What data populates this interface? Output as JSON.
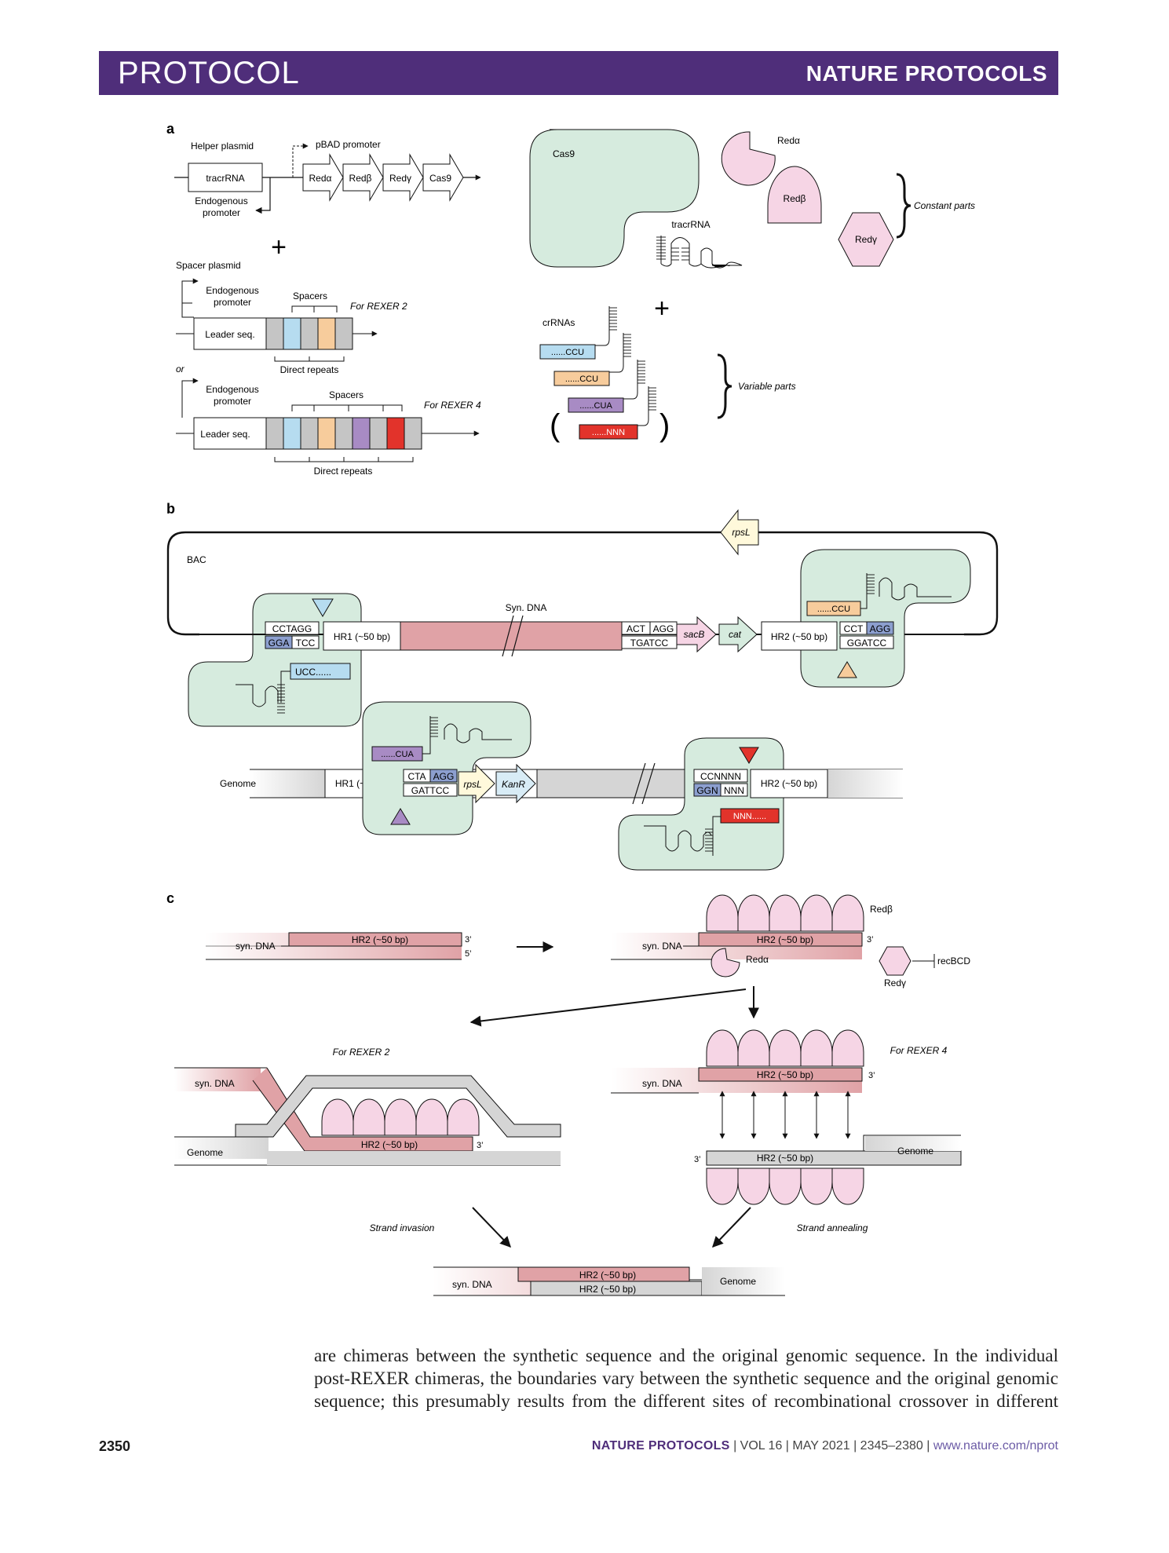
{
  "header": {
    "section": "PROTOCOL",
    "journal": "NATURE PROTOCOLS"
  },
  "colors": {
    "header_bg": "#4f2e7a",
    "cas9_green": "#d6ebde",
    "red_protein": "#f6d5e5",
    "syn_dna": "#e0a2a6",
    "genome": "#d5d5d5",
    "blue": "#b6dcf0",
    "orange": "#f7cc9c",
    "purple": "#a88bc4",
    "red": "#e2332b",
    "agg_blue": "#8c9fcf"
  },
  "panel_a": {
    "label": "a",
    "helper_plasmid": "Helper plasmid",
    "pbad": "pBAD promoter",
    "tracrrna_box": "tracrRNA",
    "endogenous_promoter_1": "Endogenous",
    "endogenous_promoter_2": "promoter",
    "genes": [
      "Redα",
      "Redβ",
      "Redγ",
      "Cas9"
    ],
    "plus": "+",
    "spacer_plasmid": "Spacer plasmid",
    "spacers": "Spacers",
    "leader": "Leader seq.",
    "direct_repeats": "Direct repeats",
    "for_rexer2": "For REXER 2",
    "for_rexer4": "For REXER 4",
    "or": "or",
    "cas9": "Cas9",
    "tracrrna": "tracrRNA",
    "red_alpha": "Redα",
    "red_beta": "Redβ",
    "red_gamma": "Redγ",
    "constant_parts": "Constant parts",
    "crrnas": "crRNAs",
    "crrna_list": [
      "......CCU",
      "......CCU",
      "......CUA",
      "......NNN"
    ],
    "paren_open": "(",
    "paren_close": ")",
    "variable_parts": "Variable parts"
  },
  "panel_b": {
    "label": "b",
    "rpsl_top": "rpsL",
    "bac": "BAC",
    "syn_dna": "Syn. DNA",
    "cctagg": "CCTAGG",
    "gga": "GGA",
    "tcc": "TCC",
    "hr1": "HR1 (~50 bp)",
    "ucc": "UCC......",
    "act": "ACT",
    "agg": "AGG",
    "tgatcc": "TGATCC",
    "sacb": "sacB",
    "cat": "cat",
    "hr2": "HR2 (~50 bp)",
    "cct": "CCT",
    "ggatcc": "GGATCC",
    "ccu": "......CCU",
    "genome": "Genome",
    "cua": "......CUA",
    "cta": "CTA",
    "gattcc": "GATTCC",
    "rpsl": "rpsL",
    "kanr": "KanR",
    "ccnnnn": "CCNNNN",
    "ggn": "GGN",
    "nnn": "NNN",
    "nnn_rna": "NNN......"
  },
  "panel_c": {
    "label": "c",
    "syn_dna": "syn. DNA",
    "hr2": "HR2 (~50 bp)",
    "three_prime": "3’",
    "five_prime": "5’",
    "red_beta": "Redβ",
    "red_alpha": "Redα",
    "red_gamma": "Redγ",
    "recbcd": "recBCD",
    "for_rexer2": "For REXER 2",
    "for_rexer4": "For REXER 4",
    "genome": "Genome",
    "strand_invasion": "Strand invasion",
    "strand_annealing": "Strand annealing"
  },
  "body_text": [
    "are chimeras between the synthetic sequence and the original genomic sequence. In the individual",
    "post-REXER chimeras, the boundaries vary between the synthetic sequence and the original genomic",
    "sequence; this presumably results from the different sites of recombinational crossover in different"
  ],
  "footer": {
    "page_number": "2350",
    "journal": "NATURE PROTOCOLS",
    "sep1": " | ",
    "volume": "VOL 16",
    "sep2": " | ",
    "date": "MAY 2021",
    "sep3": " | ",
    "pages": "2345–2380",
    "sep4": " | ",
    "url": "www.nature.com/nprot"
  }
}
